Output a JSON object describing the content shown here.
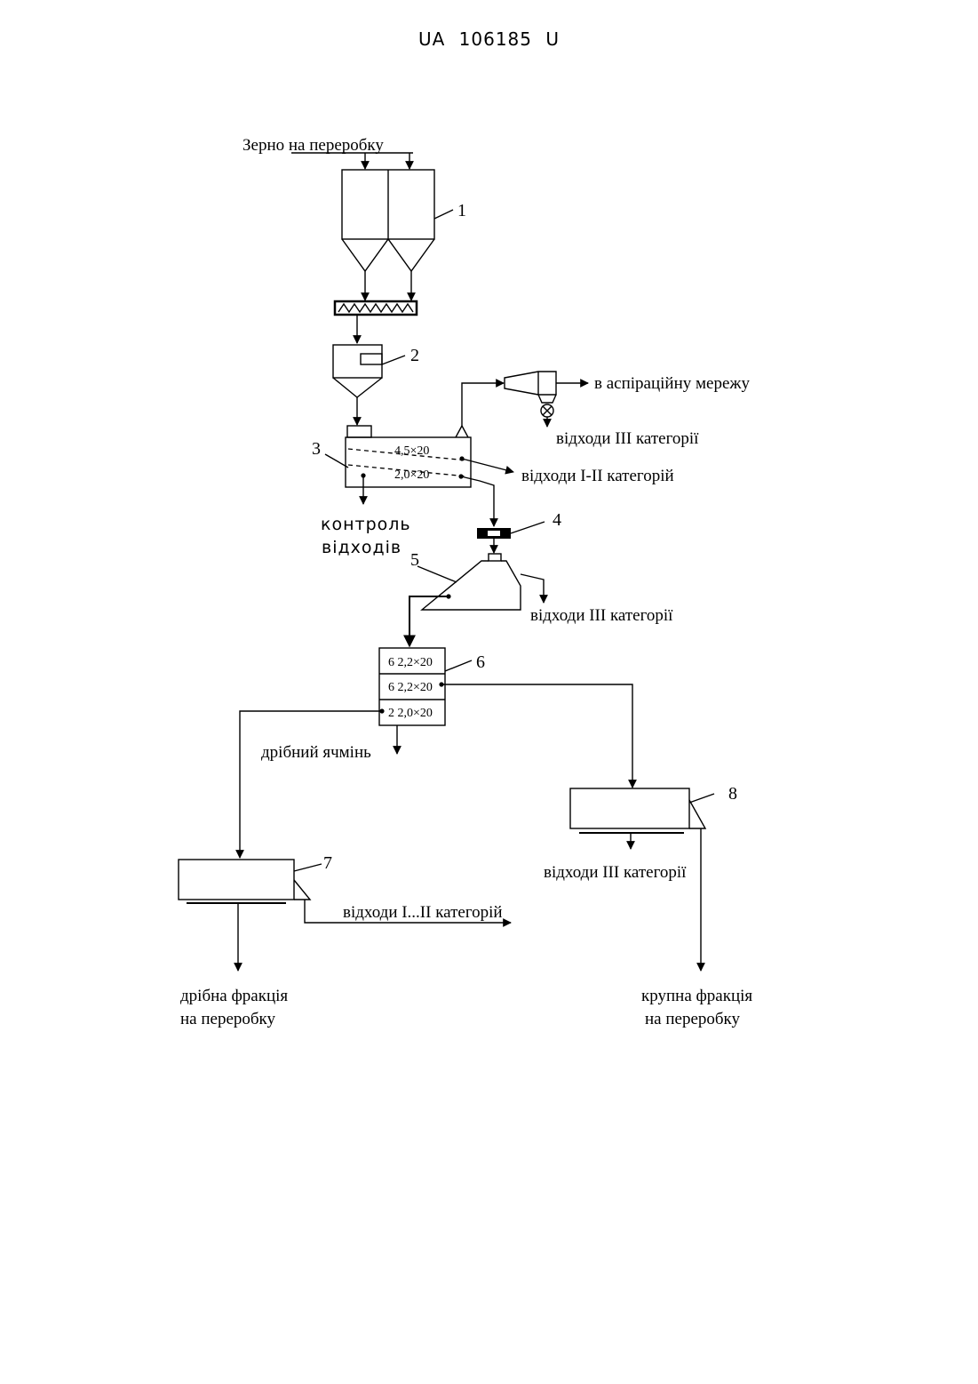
{
  "header": {
    "patent_number": "UA   106185   U"
  },
  "diagram": {
    "labels": {
      "grain_input": "Зерно на переробку",
      "aspiration": "в  аспіраційну мережу",
      "waste_cat3_a": "відходи III категорії",
      "waste_cat12": "відходи I-II категорій",
      "waste_control_1": "контроль",
      "waste_control_2": "відходів",
      "waste_cat3_b": "відходи  III категорії",
      "small_barley": "дрібний   ячмінь",
      "waste_cat3_c": "відходи III категорії",
      "waste_cat1_2": "відходи I...II категорій",
      "small_fraction_1": "дрібна фракція",
      "small_fraction_2": "на переробку",
      "large_fraction_1": "крупна фракція",
      "large_fraction_2": "на переробку"
    },
    "numbers": {
      "n1": "1",
      "n2": "2",
      "n3": "3",
      "n4": "4",
      "n5": "5",
      "n6": "6",
      "n7": "7",
      "n8": "8"
    },
    "sieves_separator": {
      "top": "4,5×20",
      "bottom": "2,0×20"
    },
    "sieves_sorter": {
      "row1": "6  2,2×20",
      "row2": "6  2,2×20",
      "row3": "2  2,0×20"
    }
  }
}
